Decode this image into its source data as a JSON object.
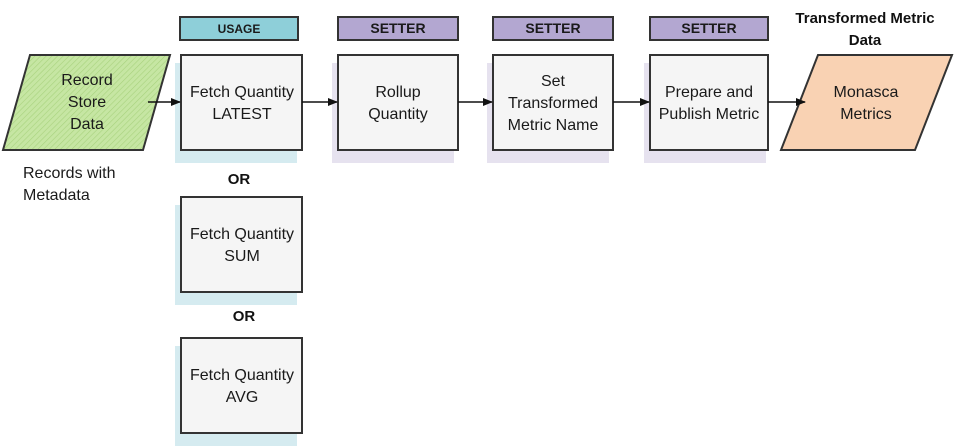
{
  "input": {
    "lines": [
      "Record",
      "Store",
      "Data"
    ],
    "caption": [
      "Records with",
      "Metadata"
    ]
  },
  "output": {
    "lines": [
      "Monasca",
      "Metrics"
    ],
    "title": [
      "Transformed Metric",
      "Data"
    ]
  },
  "tags": {
    "usage": "USAGE",
    "setter": "SETTER"
  },
  "fetch": {
    "latest": [
      "Fetch Quantity",
      "LATEST"
    ],
    "sum": [
      "Fetch Quantity",
      "SUM"
    ],
    "avg": [
      "Fetch Quantity",
      "AVG"
    ],
    "or_label": "OR"
  },
  "rollup": [
    "Rollup",
    "Quantity"
  ],
  "set_name": [
    "Set",
    "Transformed",
    "Metric Name"
  ],
  "publish": [
    "Prepare and",
    "Publish Metric"
  ],
  "colors": {
    "usage_tag": "#8ecfd9",
    "setter_tag": "#b3a7d1",
    "usage_shadow": "#d5ebf0",
    "setter_shadow": "#e6e2ef",
    "input_fill": "#c6e6a3",
    "output_fill": "#f9d2b3",
    "box_fill": "#f5f5f5"
  }
}
